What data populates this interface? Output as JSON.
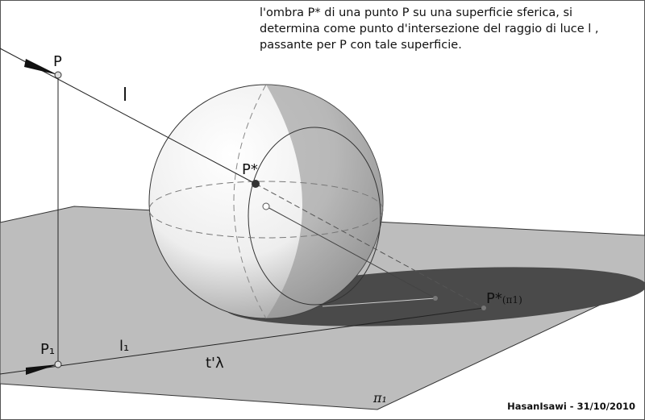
{
  "caption": {
    "line1": "l'ombra P* di una punto P su una superficie sferica, si",
    "line2": "determina come punto d'intersezione del raggio di luce l ,",
    "line3": "passante per P con tale superficie."
  },
  "labels": {
    "P": "P",
    "l": "l",
    "P_star": "P*",
    "P_star_pi1": "P*",
    "P_star_pi1_sub": "(π1)",
    "P1": "P₁",
    "l1": "l₁",
    "t_lambda": "t'λ",
    "pi1": "π₁"
  },
  "signature": "HasanIsawi - 31/10/2010"
}
